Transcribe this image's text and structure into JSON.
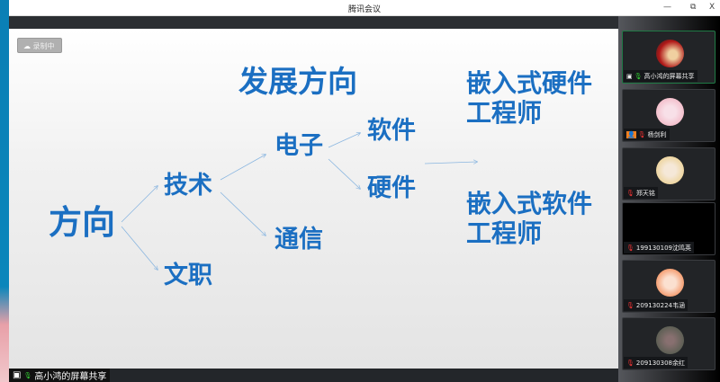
{
  "window": {
    "title": "腾讯会议",
    "minimize": "—",
    "restore": "⧉",
    "close": "X"
  },
  "recording": {
    "label": "录制中"
  },
  "slide": {
    "title": "发展方向",
    "root": "方向",
    "tech": "技术",
    "clerical": "文职",
    "electronics": "电子",
    "communication": "通信",
    "software": "软件",
    "hardware": "硬件",
    "embedded_hw": "嵌入式硬件",
    "engineer1": "工程师",
    "embedded_sw": "嵌入式软件",
    "engineer2": "工程师"
  },
  "share_label": "高小鸿的屏幕共享",
  "participants": [
    {
      "name": "高小鸿的屏幕共享",
      "color": "#b01818"
    },
    {
      "name": "杨剑利",
      "color": "#f0b8c0"
    },
    {
      "name": "郑天铭",
      "color": "#e8d090"
    },
    {
      "name": "199130109沈鸣英",
      "color": "#000000"
    },
    {
      "name": "209130224韦涵",
      "color": "#f08040"
    },
    {
      "name": "209130308余红",
      "color": "#556655"
    }
  ],
  "accent": "#1b6fc2"
}
